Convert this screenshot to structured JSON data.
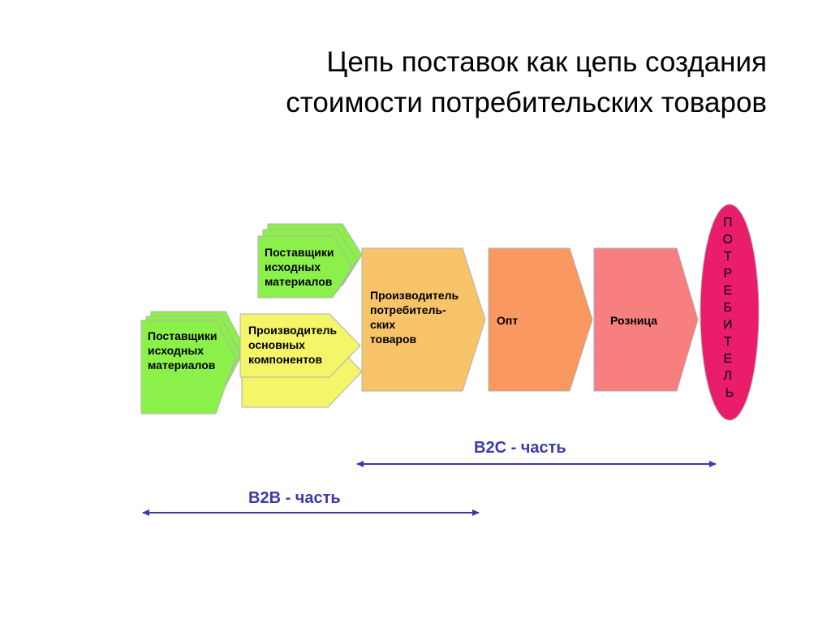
{
  "title": {
    "line1": "Цепь поставок как цепь создания",
    "line2": "стоимости потребительских товаров"
  },
  "stages": {
    "supplier_upper": {
      "lines": [
        "Поставщики",
        "исходных",
        "материалов"
      ],
      "color": "#8cf04a"
    },
    "supplier_lower": {
      "lines": [
        "Поставщики",
        "исходных",
        "материалов"
      ],
      "color": "#8cf04a"
    },
    "components_producer": {
      "lines": [
        "Производитель",
        "основных",
        "компонентов"
      ],
      "color": "#f5f56a"
    },
    "goods_producer": {
      "lines": [
        "Производитель",
        "потребитель-",
        "ских",
        "товаров"
      ],
      "color": "#f8c46a"
    },
    "wholesale": {
      "label": "Опт",
      "color": "#f99860"
    },
    "retail": {
      "label": "Розница",
      "color": "#f77f7f"
    },
    "consumer": {
      "letters": [
        "П",
        "О",
        "Т",
        "Р",
        "Е",
        "Б",
        "И",
        "Т",
        "Е",
        "Л",
        "Ь"
      ],
      "color": "#ea1d6b"
    }
  },
  "ranges": {
    "b2c": {
      "label": "B2C - часть"
    },
    "b2b": {
      "label": "B2B - часть"
    }
  },
  "colors": {
    "outline": "#b0b0b0",
    "range_line": "#3a3aa8"
  }
}
